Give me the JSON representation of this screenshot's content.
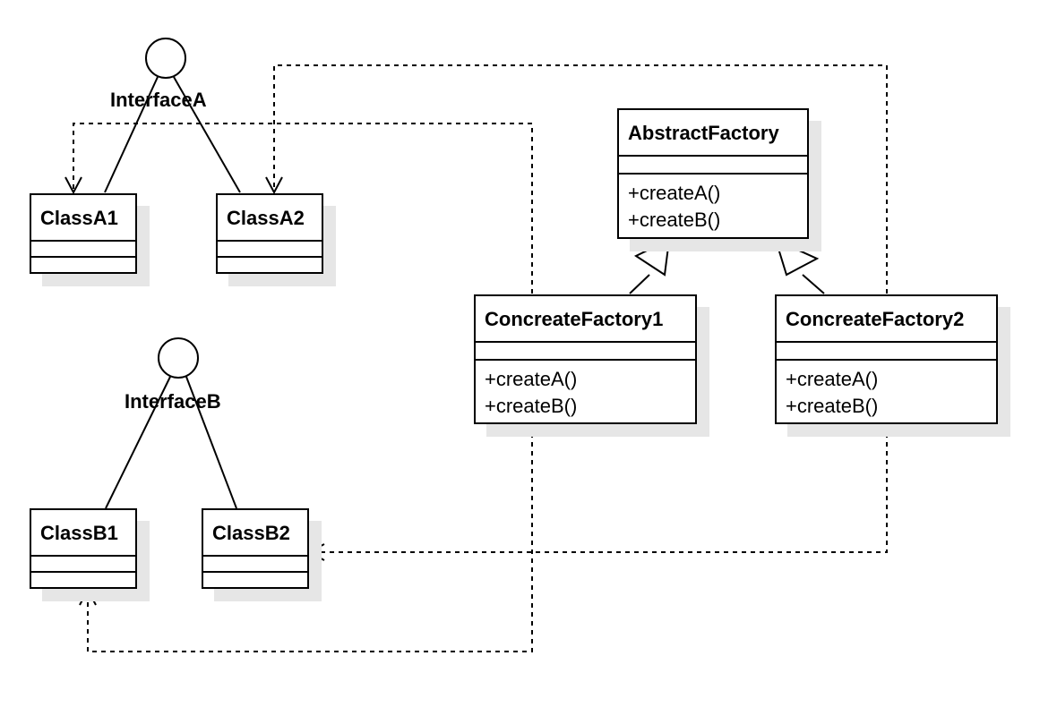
{
  "interfaces": {
    "a": {
      "label": "InterfaceA"
    },
    "b": {
      "label": "InterfaceB"
    }
  },
  "classes": {
    "class_a1": {
      "name": "ClassA1"
    },
    "class_a2": {
      "name": "ClassA2"
    },
    "class_b1": {
      "name": "ClassB1"
    },
    "class_b2": {
      "name": "ClassB2"
    },
    "abstract_factory": {
      "name": "AbstractFactory",
      "operations": [
        "+createA()",
        "+createB()"
      ]
    },
    "concrete_factory1": {
      "name": "ConcreateFactory1",
      "operations": [
        "+createA()",
        "+createB()"
      ]
    },
    "concrete_factory2": {
      "name": "ConcreateFactory2",
      "operations": [
        "+createA()",
        "+createB()"
      ]
    }
  },
  "colors": {
    "line": "#000000",
    "shadow": "#e6e6e6",
    "background": "#ffffff"
  }
}
